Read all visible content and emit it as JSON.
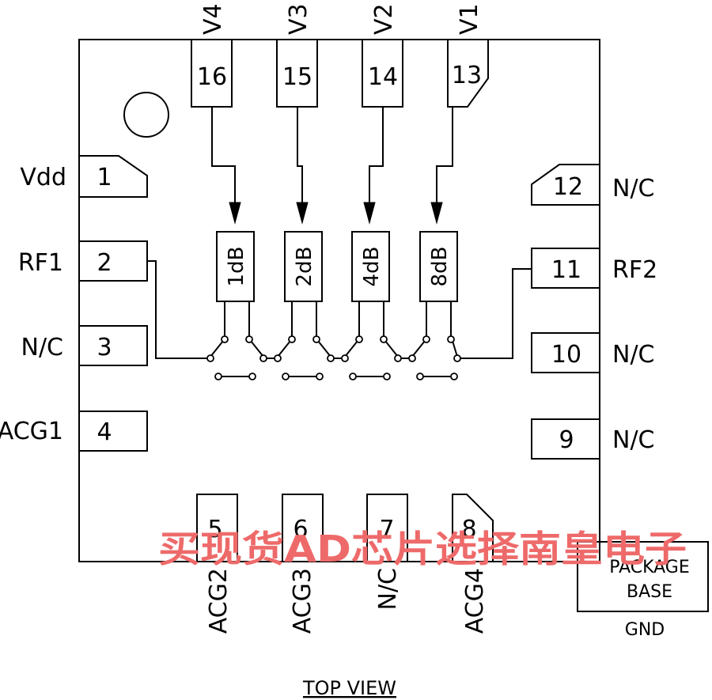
{
  "pins": {
    "p1": {
      "number": "1",
      "label": "Vdd"
    },
    "p2": {
      "number": "2",
      "label": "RF1"
    },
    "p3": {
      "number": "3",
      "label": "N/C"
    },
    "p4": {
      "number": "4",
      "label": "ACG1"
    },
    "p5": {
      "number": "5",
      "label": "ACG2"
    },
    "p6": {
      "number": "6",
      "label": "ACG3"
    },
    "p7": {
      "number": "7",
      "label": "N/C"
    },
    "p8": {
      "number": "8",
      "label": "ACG4"
    },
    "p9": {
      "number": "9",
      "label": "N/C"
    },
    "p10": {
      "number": "10",
      "label": "N/C"
    },
    "p11": {
      "number": "11",
      "label": "RF2"
    },
    "p12": {
      "number": "12",
      "label": "N/C"
    },
    "p13": {
      "number": "13",
      "label": "V1"
    },
    "p14": {
      "number": "14",
      "label": "V2"
    },
    "p15": {
      "number": "15",
      "label": "V3"
    },
    "p16": {
      "number": "16",
      "label": "V4"
    }
  },
  "attenuators": [
    "1dB",
    "2dB",
    "4dB",
    "8dB"
  ],
  "package_base": {
    "line1": "PACKAGE",
    "line2": "BASE",
    "gnd": "GND"
  },
  "view_label": "TOP VIEW",
  "watermark": "买现货AD芯片选择南皇电子",
  "colors": {
    "line": "#000000",
    "background": "#ffffff",
    "watermark": "#ee6a6a"
  }
}
